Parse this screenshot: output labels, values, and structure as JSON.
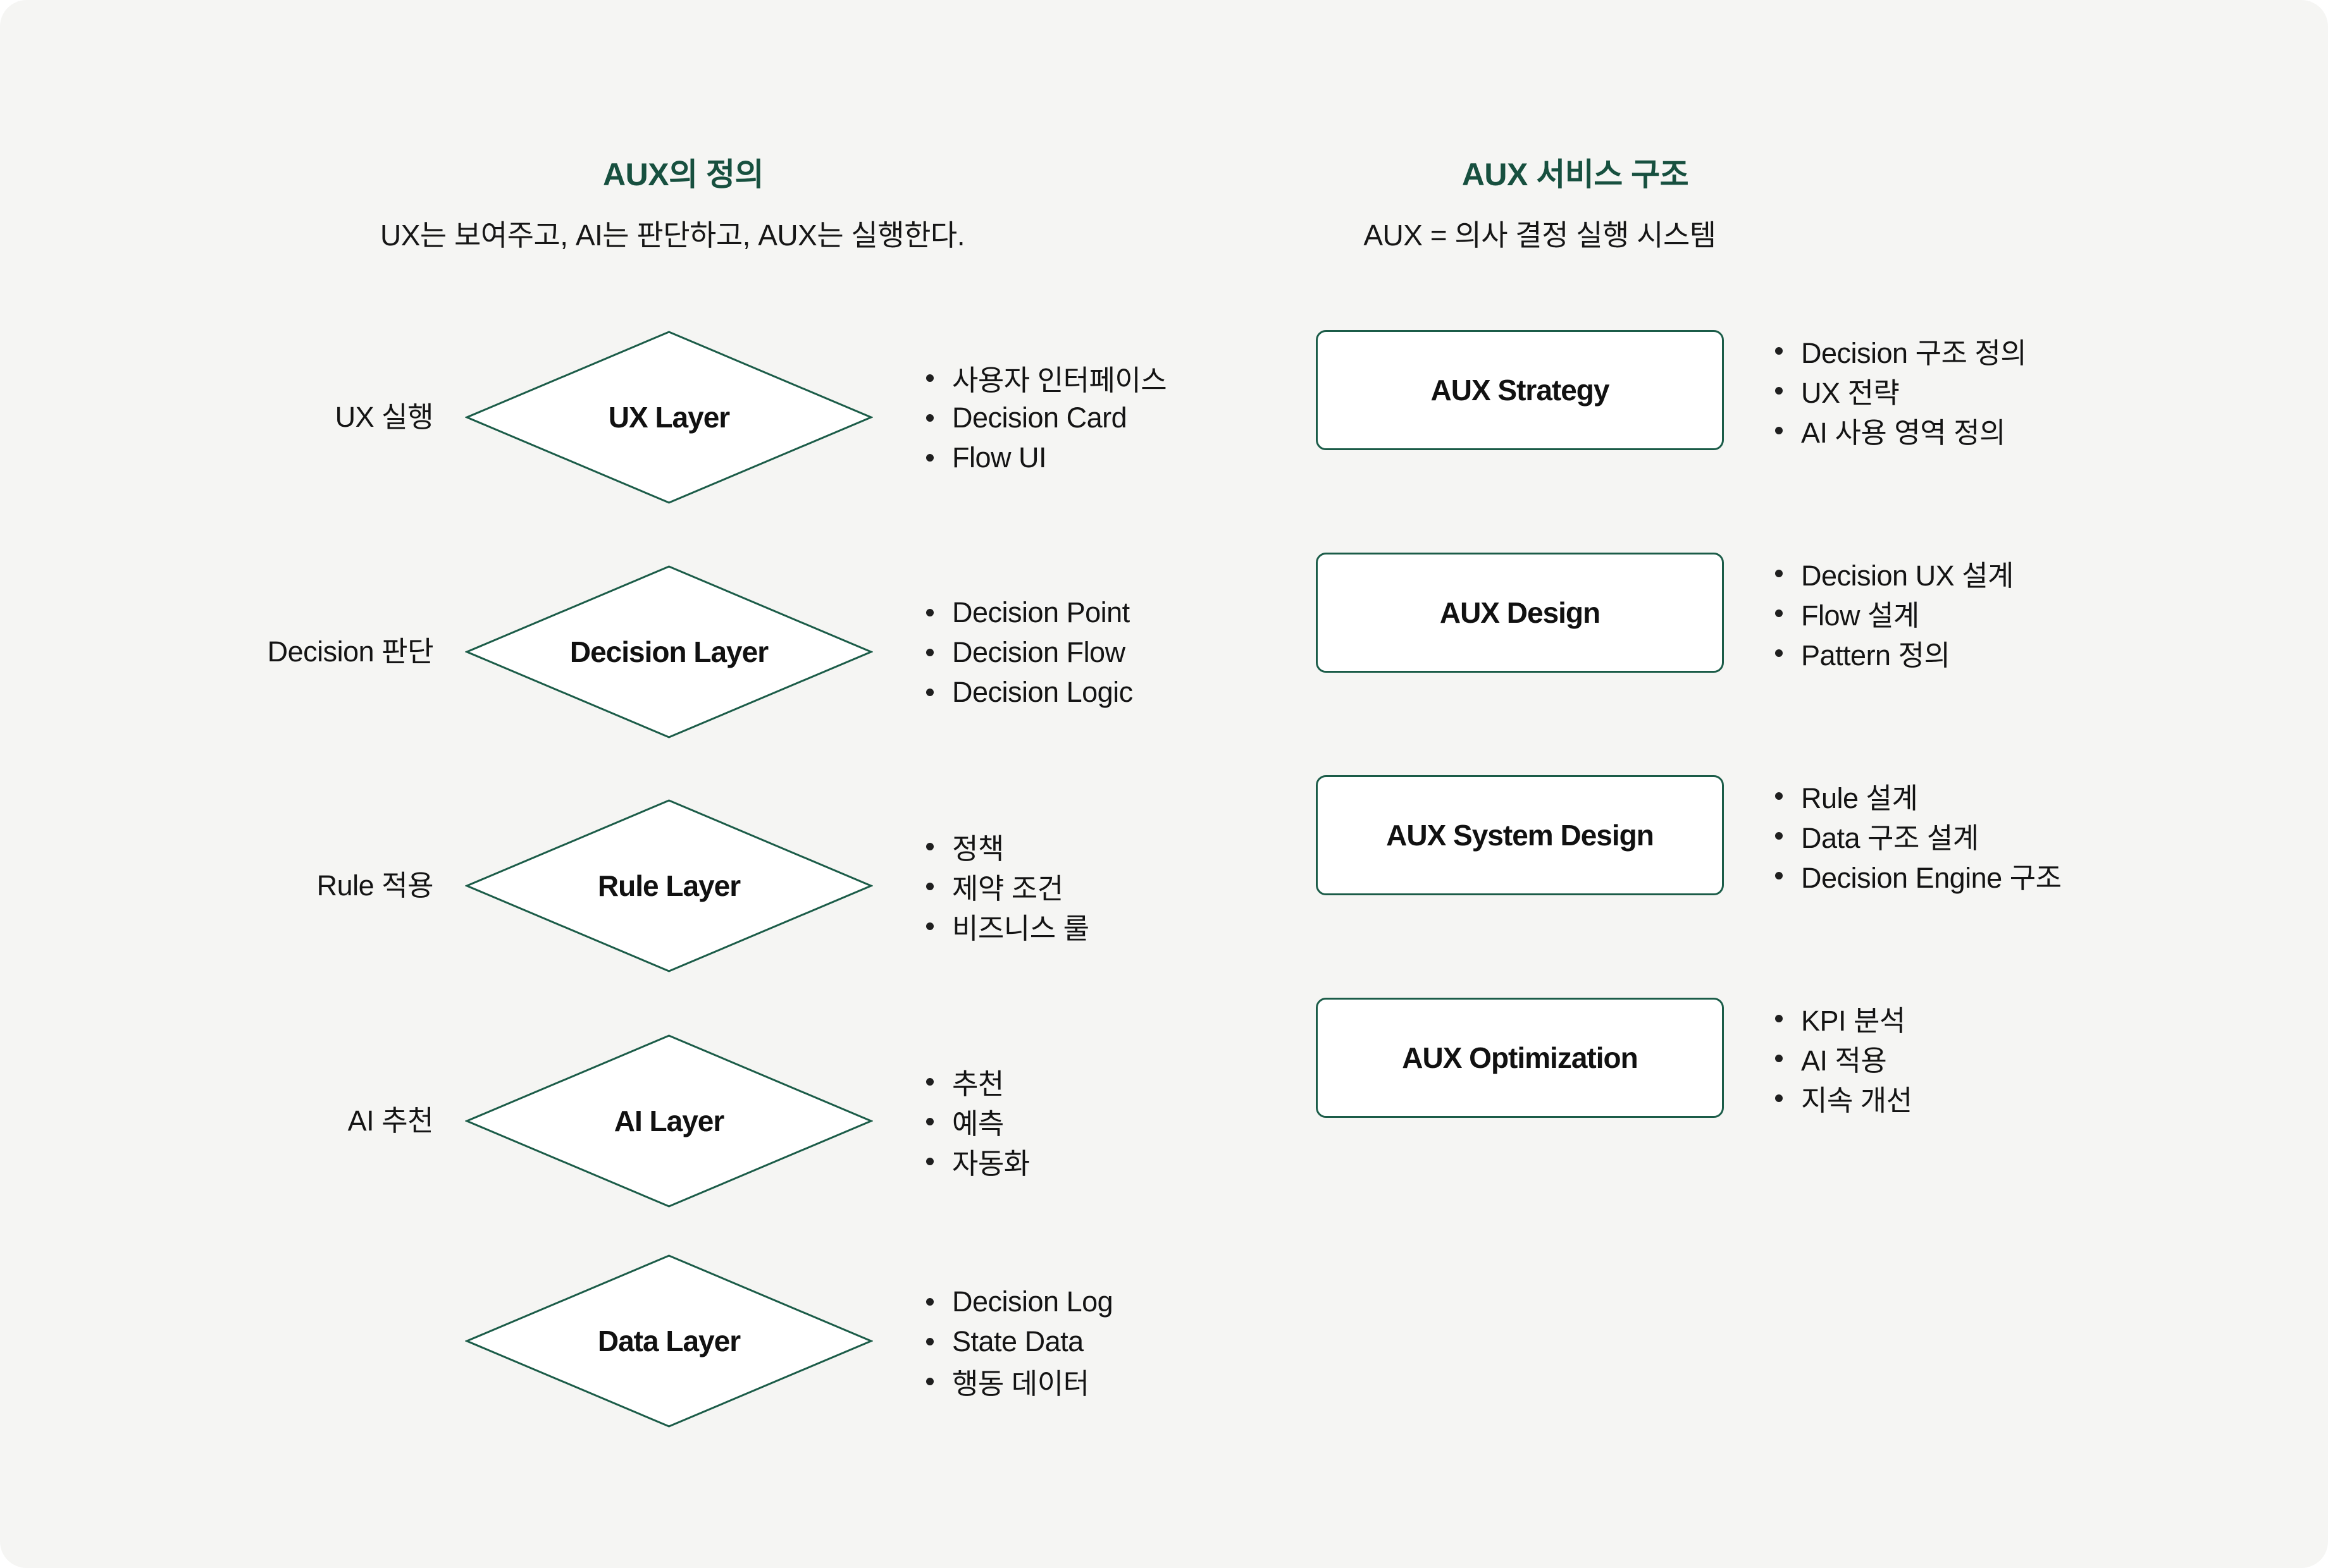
{
  "colors": {
    "accent_green": "#17503f",
    "shape_border_green": "#1b5c48",
    "canvas_background": "#f5f5f3",
    "text": "#141414",
    "shape_fill": "#ffffff"
  },
  "left": {
    "title": "AUX의 정의",
    "subtitle": "UX는 보여주고, AI는 판단하고, AUX는 실행한다.",
    "layers": [
      {
        "side_label": "UX 실행",
        "name": "UX Layer",
        "bullets": [
          "사용자 인터페이스",
          "Decision Card",
          "Flow UI"
        ]
      },
      {
        "side_label": "Decision 판단",
        "name": "Decision Layer",
        "bullets": [
          "Decision Point",
          "Decision Flow",
          "Decision Logic"
        ]
      },
      {
        "side_label": "Rule 적용",
        "name": "Rule Layer",
        "bullets": [
          "정책",
          "제약 조건",
          "비즈니스 룰"
        ]
      },
      {
        "side_label": "AI 추천",
        "name": "AI Layer",
        "bullets": [
          "추천",
          "예측",
          "자동화"
        ]
      },
      {
        "side_label": "",
        "name": "Data Layer",
        "bullets": [
          "Decision Log",
          "State Data",
          "행동 데이터"
        ]
      }
    ]
  },
  "right": {
    "title": "AUX 서비스 구조",
    "subtitle": "AUX = 의사 결정 실행 시스템",
    "stages": [
      {
        "name": "AUX Strategy",
        "bullets": [
          "Decision 구조 정의",
          "UX 전략",
          "AI 사용 영역 정의"
        ]
      },
      {
        "name": "AUX Design",
        "bullets": [
          "Decision UX 설계",
          "Flow 설계",
          "Pattern 정의"
        ]
      },
      {
        "name": "AUX System Design",
        "bullets": [
          "Rule 설계",
          "Data 구조 설계",
          "Decision Engine 구조"
        ]
      },
      {
        "name": "AUX Optimization",
        "bullets": [
          "KPI 분석",
          "AI 적용",
          "지속 개선"
        ]
      }
    ]
  }
}
